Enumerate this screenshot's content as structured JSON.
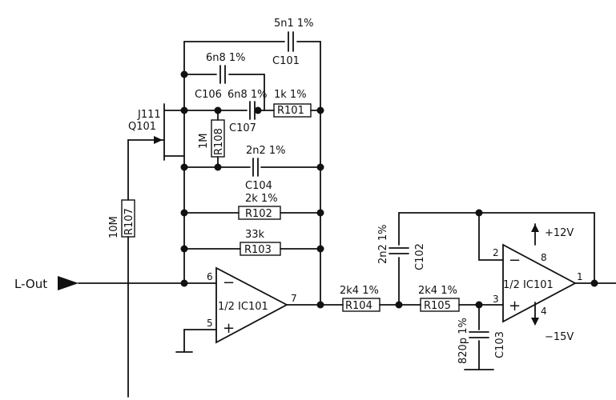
{
  "input": {
    "label": "L-Out"
  },
  "transistor": {
    "type": "J111",
    "ref": "Q101"
  },
  "opamps": [
    {
      "label": "1/2 IC101",
      "pin_inv": "6",
      "pin_noninv": "5",
      "pin_out": "7",
      "minus": "−",
      "plus": "+"
    },
    {
      "label": "1/2 IC101",
      "pin_inv": "2",
      "pin_noninv": "3",
      "pin_out": "1",
      "pin_vplus": "8",
      "pin_vminus": "4",
      "minus": "−",
      "plus": "+"
    }
  ],
  "supply": {
    "positive": "+12V",
    "negative": "−15V"
  },
  "components": {
    "C101": {
      "ref": "C101",
      "value": "5n1 1%"
    },
    "C106": {
      "ref": "C106",
      "value": "6n8 1%"
    },
    "C107": {
      "ref": "C107",
      "value": "6n8 1%"
    },
    "R101": {
      "ref": "R101",
      "value": "1k 1%"
    },
    "R108": {
      "ref": "R108",
      "value": "1M"
    },
    "C104": {
      "ref": "C104",
      "value": "2n2 1%"
    },
    "R102": {
      "ref": "R102",
      "value": "2k 1%"
    },
    "R103": {
      "ref": "R103",
      "value": "33k"
    },
    "R107": {
      "ref": "R107",
      "value": "10M"
    },
    "R104": {
      "ref": "R104",
      "value": "2k4 1%"
    },
    "R105": {
      "ref": "R105",
      "value": "2k4 1%"
    },
    "C102": {
      "ref": "C102",
      "value": "2n2 1%"
    },
    "C103": {
      "ref": "C103",
      "value": "820p 1%"
    }
  }
}
